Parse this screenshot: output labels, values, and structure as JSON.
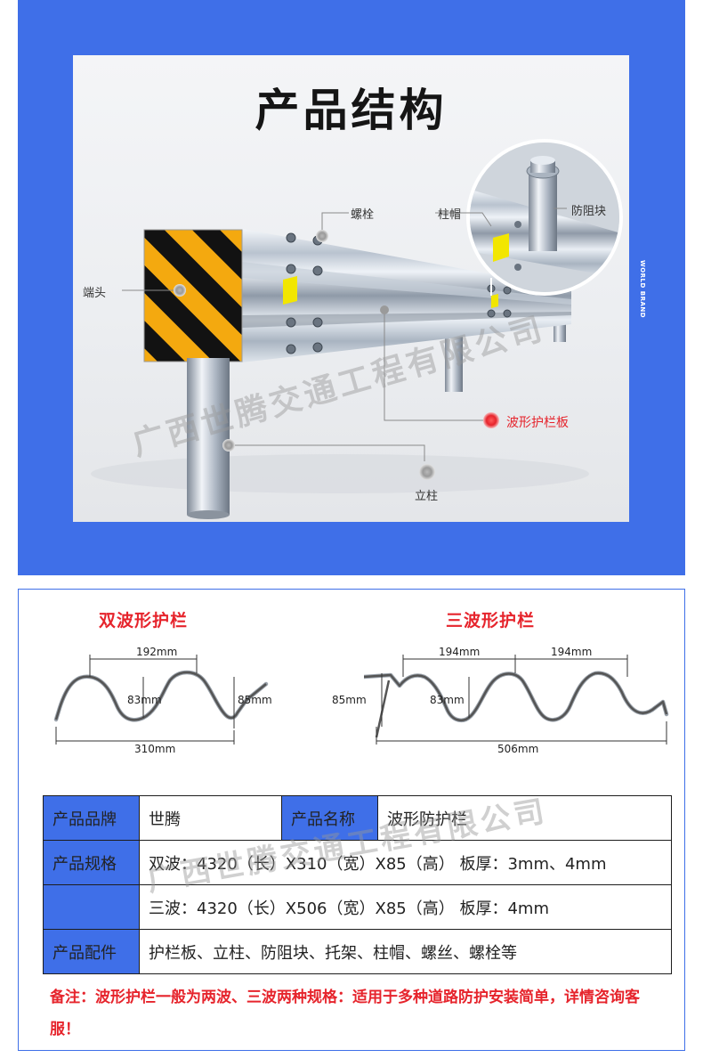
{
  "product_structure": {
    "title": "产品结构",
    "brand_vertical": "WORLD BRAND",
    "labels": {
      "bolt": "螺栓",
      "post_cap": "柱帽",
      "block": "防阻块",
      "end_head": "端头",
      "wave_plate": "波形护栏板",
      "post": "立柱"
    },
    "watermark": "广西世腾交通工程有限公司"
  },
  "diagrams": {
    "double": {
      "title": "双波形护栏",
      "top_width": "192mm",
      "inner_height": "83mm",
      "outer_height": "85mm",
      "total_width": "310mm"
    },
    "triple": {
      "title": "三波形护栏",
      "top_width_1": "194mm",
      "top_width_2": "194mm",
      "outer_height": "85mm",
      "inner_height": "83mm",
      "total_width": "506mm"
    }
  },
  "specs": {
    "brand_label": "产品品牌",
    "brand_value": "世腾",
    "name_label": "产品名称",
    "name_value": "波形防护栏",
    "spec_label": "产品规格",
    "spec_double": "双波：4320（长）X310（宽）X85（高） 板厚：3mm、4mm",
    "spec_triple": "三波：4320（长）X506（宽）X85（高） 板厚：4mm",
    "parts_label": "产品配件",
    "parts_value": "护栏板、立柱、防阻块、托架、柱帽、螺丝、螺栓等"
  },
  "note": "备注：波形护栏一般为两波、三波两种规格：适用于多种道路防护安装简单，详情咨询客服！",
  "colors": {
    "panel_blue": "#3f6fe8",
    "accent_red": "#e6242c",
    "reflector_yellow": "#f2e600",
    "stripe_orange": "#f4a90f"
  }
}
